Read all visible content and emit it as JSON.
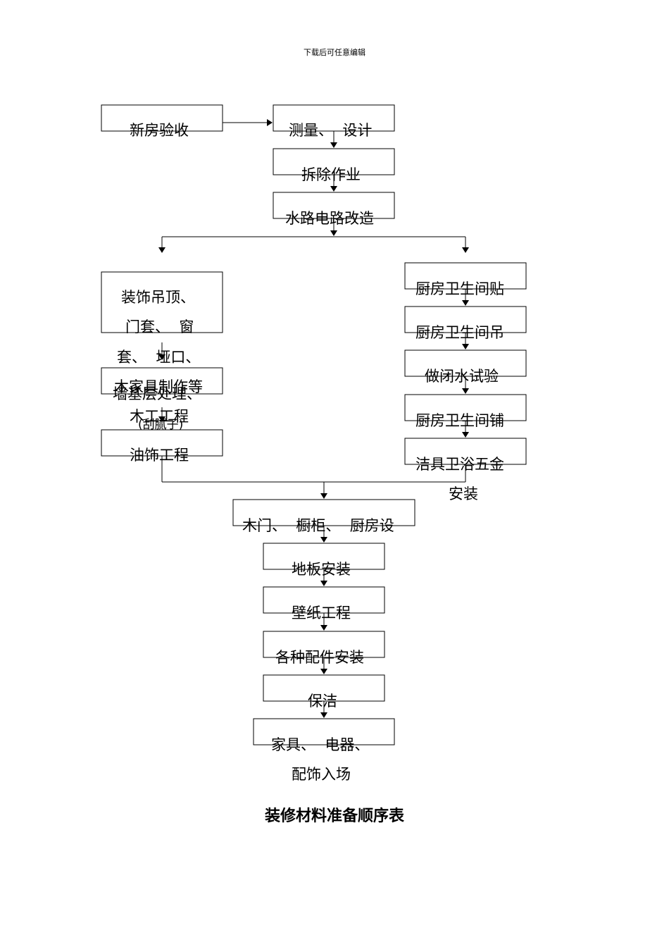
{
  "header": {
    "note": "下载后可任意编辑"
  },
  "flow": {
    "n1": "新房验收",
    "n2": "测量、  设计",
    "n3": "拆除作业",
    "n4": "水路电路改造",
    "left": {
      "a": [
        "装饰吊顶、",
        "门套、  窗",
        "套、  垭口、",
        "木家具制作等",
        "木工工程"
      ],
      "b": [
        "墙基层处理、",
        "(刮腻子)"
      ],
      "c": "油饰工程"
    },
    "right": {
      "a": "厨房卫生间贴",
      "b": "厨房卫生间吊",
      "c": "做闭水试验",
      "d": "厨房卫生间铺",
      "e": [
        "洁具卫浴五金",
        "安装"
      ]
    },
    "m1": "木门、  橱柜、  厨房设",
    "m2": "地板安装",
    "m3": "壁纸工程",
    "m4": "各种配件安装",
    "m5": "保洁",
    "m6": [
      "家具、  电器、",
      "配饰入场"
    ]
  },
  "title": "装修材料准备顺序表"
}
